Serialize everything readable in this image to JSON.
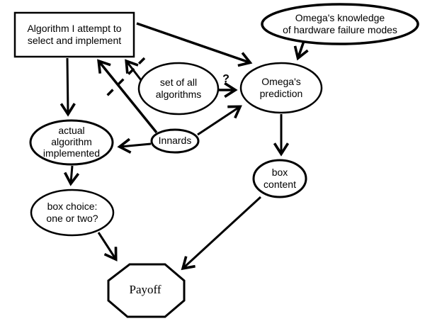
{
  "canvas": {
    "background": "#ffffff",
    "ink": "#000000"
  },
  "nodes": {
    "algorithm_attempt": {
      "shape": "rectangle",
      "label": "Algorithm I attempt to\nselect and implement"
    },
    "omega_knowledge": {
      "shape": "ellipse",
      "label": "Omega's knowledge\nof hardware failure modes"
    },
    "set_of_algorithms": {
      "shape": "ellipse",
      "label": "set of all\nalgorithms"
    },
    "omega_prediction": {
      "shape": "ellipse",
      "label": "Omega's\nprediction"
    },
    "actual_algorithm": {
      "shape": "ellipse",
      "label": "actual\nalgorithm\nimplemented"
    },
    "innards": {
      "shape": "ellipse",
      "label": "Innards"
    },
    "box_content": {
      "shape": "ellipse",
      "label": "box\ncontent"
    },
    "box_choice": {
      "shape": "ellipse",
      "label": "box choice:\none or two?"
    },
    "payoff": {
      "shape": "octagon",
      "label": "Payoff"
    }
  },
  "edges": {
    "attempt_to_prediction": {
      "from": "algorithm_attempt",
      "to": "omega_prediction",
      "style": "solid-arrow"
    },
    "knowledge_to_prediction": {
      "from": "omega_knowledge",
      "to": "omega_prediction",
      "style": "solid-arrow"
    },
    "set_to_prediction": {
      "from": "set_of_algorithms",
      "to": "omega_prediction",
      "style": "solid-arrow",
      "label": "?"
    },
    "set_to_attempt": {
      "from": "set_of_algorithms",
      "to": "algorithm_attempt",
      "style": "solid-arrow"
    },
    "innards_to_attempt": {
      "from": "innards",
      "to": "algorithm_attempt",
      "style": "solid-arrow"
    },
    "innards_to_actual": {
      "from": "innards",
      "to": "actual_algorithm",
      "style": "solid-arrow"
    },
    "innards_to_prediction": {
      "from": "innards",
      "to": "omega_prediction",
      "style": "solid-arrow"
    },
    "attempt_to_actual": {
      "from": "algorithm_attempt",
      "to": "actual_algorithm",
      "style": "solid-arrow"
    },
    "actual_to_choice": {
      "from": "actual_algorithm",
      "to": "box_choice",
      "style": "solid-arrow"
    },
    "prediction_to_content": {
      "from": "omega_prediction",
      "to": "box_content",
      "style": "solid-arrow"
    },
    "choice_to_payoff": {
      "from": "box_choice",
      "to": "payoff",
      "style": "solid-arrow"
    },
    "content_to_payoff": {
      "from": "box_content",
      "to": "payoff",
      "style": "solid-arrow"
    },
    "severed_link_mark": {
      "style": "dashed-slash",
      "label": ""
    }
  },
  "annotations": {
    "prediction_question": "?"
  }
}
